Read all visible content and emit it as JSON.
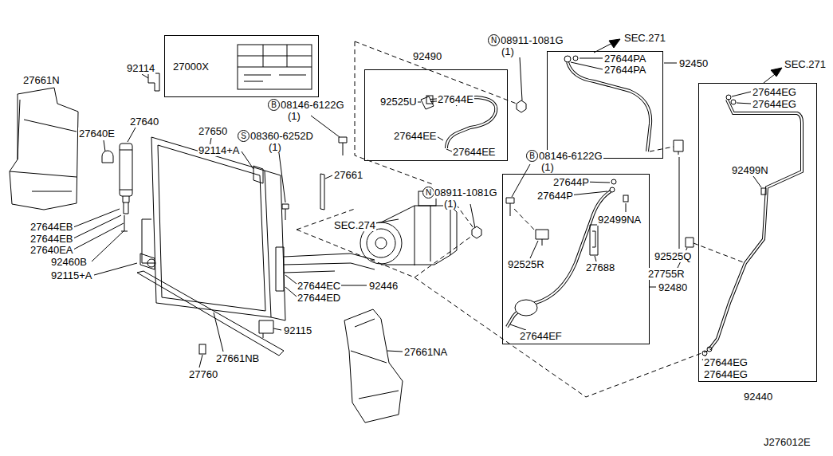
{
  "diagram": {
    "nodes": [
      {
        "text": [
          "27000X"
        ]
      },
      {
        "text": [
          "92525U",
          "27644E",
          "27644EE",
          "27644EE"
        ]
      },
      {
        "text": [
          "27644PA",
          "27644PA"
        ]
      },
      {
        "text": [
          "27644P",
          "27644P",
          "92499NA",
          "92525R",
          "27688",
          "27644EF"
        ]
      },
      {
        "text": [
          "27644EG",
          "27644EG",
          "92499N",
          "27644EG",
          "27644EG"
        ]
      }
    ],
    "labels": [
      "N",
      "08911-1081G",
      "(1)",
      "SEC.271",
      "92490",
      "92450",
      "SEC.271",
      "27661N",
      "92114",
      "B",
      "08146-6122G",
      "(1)",
      "27640",
      "27640E",
      "27650",
      "S",
      "08360-6252D",
      "(1)",
      "92114+A",
      "B",
      "08146-6122G",
      "(1)",
      "27661",
      "N",
      "08911-1081G",
      "(1)",
      "SEC.274",
      "27644EB",
      "27644EB",
      "27640EA",
      "92525Q",
      "92460B",
      "27755R",
      "92115+A",
      "27644EC",
      "92446",
      "92480",
      "27644ED",
      "92115",
      "27661NA",
      "27661NB",
      "27760",
      "92440",
      "J276012E"
    ]
  }
}
